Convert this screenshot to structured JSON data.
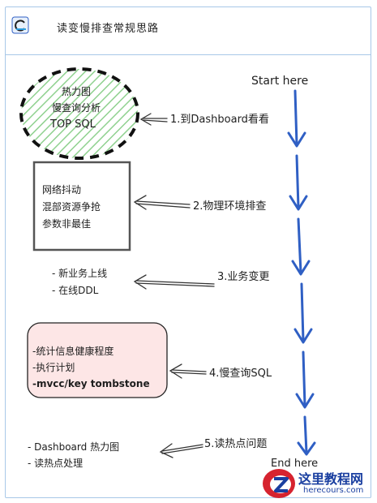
{
  "header": {
    "title": "读变慢排查常规思路"
  },
  "flow": {
    "start": "Start here",
    "end": "End here"
  },
  "steps": [
    {
      "label": "1.到Dashboard看看"
    },
    {
      "label": "2.物理环境排查"
    },
    {
      "label": "3.业务变更"
    },
    {
      "label": "4.慢查询SQL"
    },
    {
      "label": "5.读热点问题"
    }
  ],
  "details": {
    "step1": [
      "热力图",
      "慢查询分析",
      "TOP SQL"
    ],
    "step2": [
      "网络抖动",
      "混部资源争抢",
      "参数非最佳"
    ],
    "step3": [
      "-  新业务上线",
      "-  在线DDL"
    ],
    "step4": [
      "-统计信息健康程度",
      "-执行计划",
      "-mvcc/key tombstone"
    ],
    "step5": [
      "-  Dashboard 热力图",
      "-  读热点处理"
    ]
  },
  "watermark": {
    "cn": "这里教程网",
    "en": "herecours.com"
  },
  "colors": {
    "arrow_blue": "#2f5fc4",
    "hatch_green": "#8fd18f",
    "pink_fill": "#fde6e6",
    "frame_border": "#a8c8e8"
  }
}
